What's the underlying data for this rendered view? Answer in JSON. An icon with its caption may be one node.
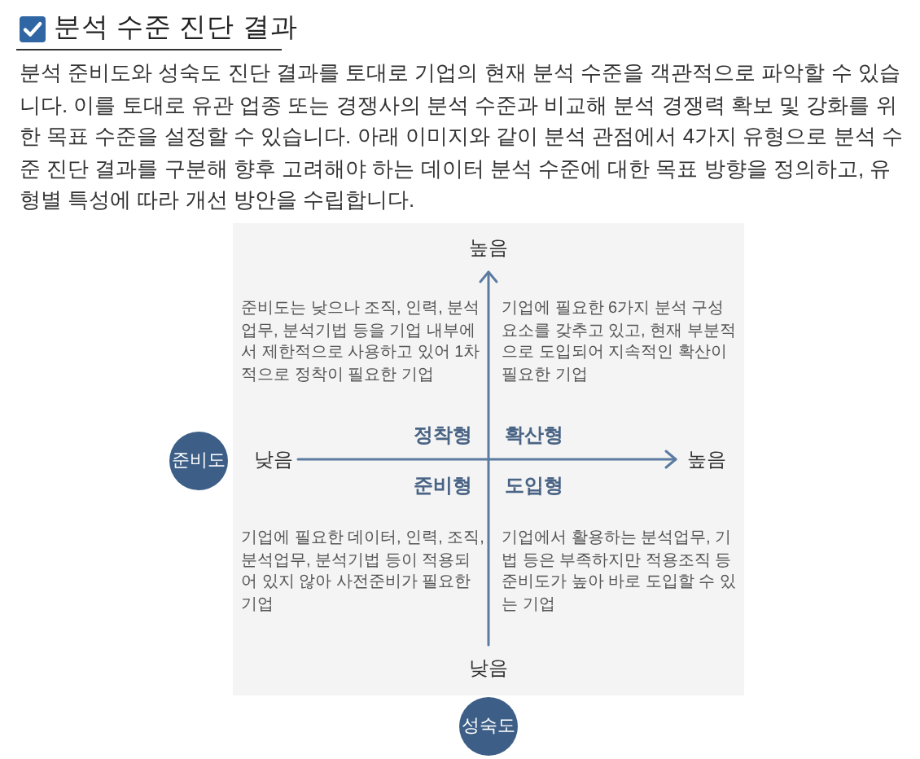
{
  "diagram": {
    "title": "분석 수준 진단 결과",
    "nodes": [
      {
        "text": [
          "높음",
          "준비도는 낮으나 조직, 인력, 분석업무, 분석기법 등을 기업 내부에서 제한적으로 사용하고 있어 1차적으로 정착이 필요한 기업",
          "기업에 필요한 6가지 분석 구성 요소를 갖추고 있고, 현재 부분적으로 도입되어 지속적인 확산이 필요한 기업",
          "정착형",
          "확산형",
          "낮음",
          "높음",
          "준비형",
          "도입형",
          "기업에 필요한 데이터, 인력, 조직, 분석업무, 분석기법 등이 적용되어 있지 않아 사전준비가 필요한 기업",
          "기업에서 활용하는 분석업무, 기법 등은 부족하지만 적용조직 등 준비도가 높아 바로 도입할 수 있는 기업",
          "낮음"
        ]
      },
      {
        "text": [
          "준비도"
        ]
      },
      {
        "text": [
          "성숙도"
        ]
      }
    ],
    "labels": [
      "분석 준비도와 성숙도 진단 결과를 토대로 기업의 현재 분석 수준을 객관적으로 파악할 수 있습니다. 이를 토대로 유관 업종 또는 경쟁사의 분석 수준과 비교해 분석 경쟁력 확보 및 강화를 위한 목표 수준을 설정할 수 있습니다. 아래 이미지와 같이 분석 관점에서 4가지 유형으로 분석 수준 진단 결과를 구분해 향후 고려해야 하는 데이터 분석 수준에 대한 목표 방향을 정의하고, 유형별 특성에 따라 개선 방안을 수립합니다."
    ]
  }
}
